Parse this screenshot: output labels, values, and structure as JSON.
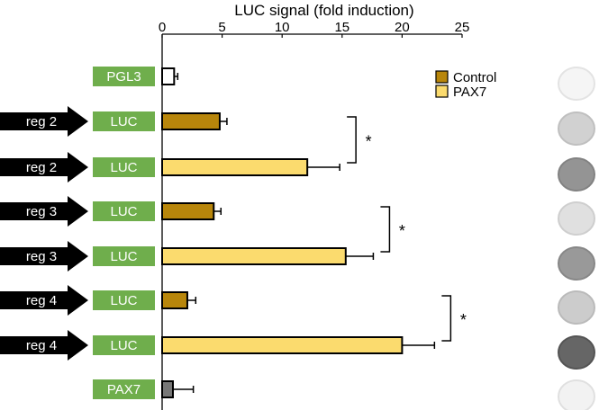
{
  "chart_data": {
    "type": "bar",
    "orientation": "horizontal",
    "title": "LUC signal (fold induction)",
    "xlim": [
      0,
      25
    ],
    "xticks": [
      "0",
      "5",
      "10",
      "15",
      "20",
      "25"
    ],
    "legend": {
      "placement": "top-right",
      "entries": [
        {
          "name": "Control",
          "color": "#b8860b"
        },
        {
          "name": "PAX7",
          "color": "#fbdb6e"
        }
      ]
    },
    "rows": [
      {
        "arrow_label": "",
        "box_label": "PGL3",
        "value": 1.0,
        "error": 0.3,
        "fill": "#ffffff",
        "dot_gray": 0.96
      },
      {
        "arrow_label": "reg 2",
        "box_label": "LUC",
        "value": 4.8,
        "error": 0.6,
        "fill": "#b8860b",
        "dot_gray": 0.82
      },
      {
        "arrow_label": "reg 2",
        "box_label": "LUC",
        "value": 12.1,
        "error": 2.7,
        "fill": "#fbdb6e",
        "dot_gray": 0.58
      },
      {
        "arrow_label": "reg 3",
        "box_label": "LUC",
        "value": 4.3,
        "error": 0.6,
        "fill": "#b8860b",
        "dot_gray": 0.88
      },
      {
        "arrow_label": "reg 3",
        "box_label": "LUC",
        "value": 15.3,
        "error": 2.3,
        "fill": "#fbdb6e",
        "dot_gray": 0.6
      },
      {
        "arrow_label": "reg 4",
        "box_label": "LUC",
        "value": 2.1,
        "error": 0.7,
        "fill": "#b8860b",
        "dot_gray": 0.8
      },
      {
        "arrow_label": "reg 4",
        "box_label": "LUC",
        "value": 20.0,
        "error": 2.7,
        "fill": "#fbdb6e",
        "dot_gray": 0.4
      },
      {
        "arrow_label": "",
        "box_label": "PAX7",
        "value": 0.9,
        "error": 1.7,
        "fill": "#777777",
        "dot_gray": 0.95
      }
    ],
    "significance": [
      {
        "rows": [
          1,
          2
        ],
        "label": "*"
      },
      {
        "rows": [
          3,
          4
        ],
        "label": "*"
      },
      {
        "rows": [
          5,
          6
        ],
        "label": "*"
      }
    ]
  },
  "colors": {
    "label_box": "#6fae4c",
    "arrow": "#000000",
    "axis": "#000000"
  }
}
